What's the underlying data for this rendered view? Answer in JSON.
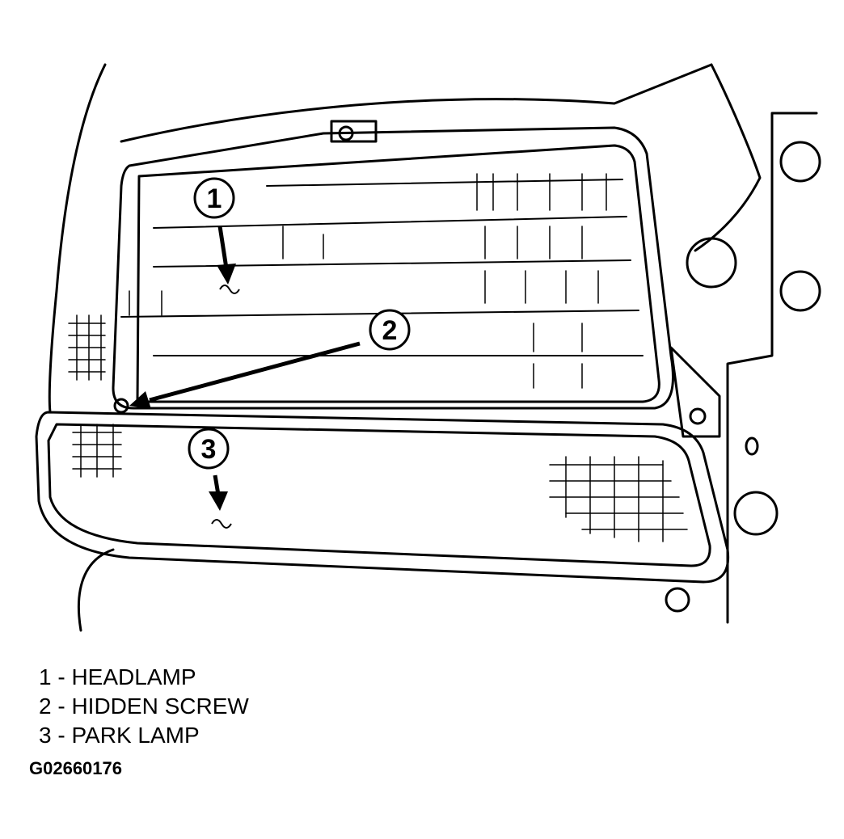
{
  "callouts": [
    {
      "number": "1",
      "label": "HEADLAMP"
    },
    {
      "number": "2",
      "label": "HIDDEN SCREW"
    },
    {
      "number": "3",
      "label": "PARK LAMP"
    }
  ],
  "legend": [
    "1 - HEADLAMP",
    "2 - HIDDEN SCREW",
    "3 - PARK LAMP"
  ],
  "figure_id": "G02660176"
}
